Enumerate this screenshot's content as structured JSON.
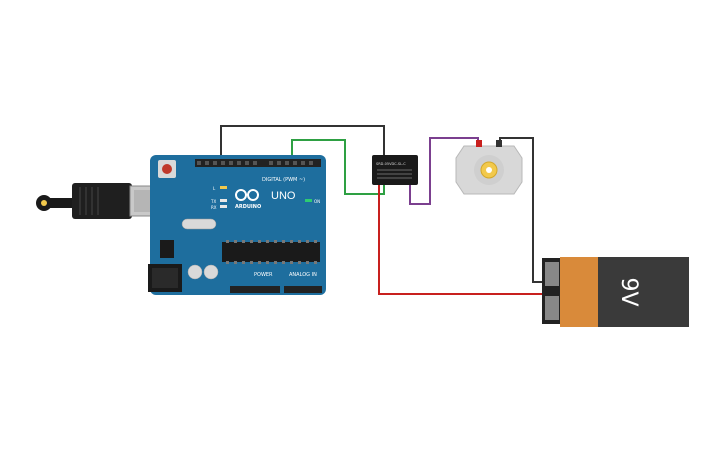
{
  "board": {
    "logo_text": "ARDUINO",
    "model_text": "UNO",
    "digital_label": "DIGITAL (PWM ~)",
    "power_label": "POWER",
    "analog_label": "ANALOG IN",
    "on_label": "ON",
    "tx_label": "TX",
    "rx_label": "RX",
    "l_label": "L"
  },
  "relay": {
    "model_text": "SRD-05VDC-SL-C"
  },
  "battery": {
    "label": "9V"
  },
  "colors": {
    "board": "#1e6e9e",
    "wire_black": "#333333",
    "wire_green": "#2ea043",
    "wire_red": "#c8201e",
    "wire_purple": "#7b3f8f",
    "battery_orange": "#d98a3a",
    "battery_dark": "#3a3a3a",
    "motor_body": "#d8d8d8",
    "motor_gear": "#f2c94c"
  }
}
